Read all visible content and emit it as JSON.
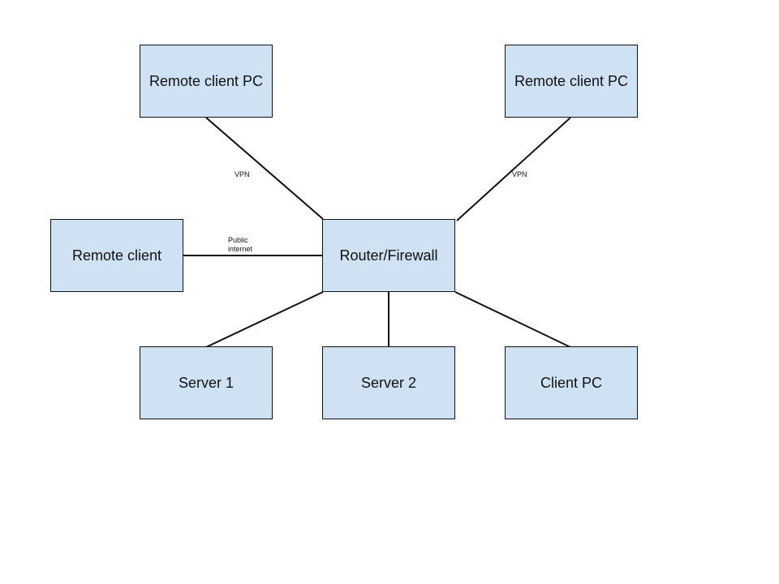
{
  "diagram": {
    "colors": {
      "node_fill": "#cfe2f3",
      "border": "#111111",
      "background": "#ffffff"
    },
    "nodes": {
      "remote_pc_left": "Remote client PC",
      "remote_pc_right": "Remote client PC",
      "remote_client": "Remote client",
      "router": "Router/Firewall",
      "server1": "Server 1",
      "server2": "Server 2",
      "client_pc": "Client PC"
    },
    "edge_labels": {
      "vpn_left": "VPN",
      "vpn_right": "VPN",
      "public_internet": "Public\ninternet"
    },
    "edges": [
      [
        "remote_pc_left",
        "router",
        "vpn_left"
      ],
      [
        "remote_pc_right",
        "router",
        "vpn_right"
      ],
      [
        "remote_client",
        "router",
        "public_internet"
      ],
      [
        "router",
        "server1"
      ],
      [
        "router",
        "server2"
      ],
      [
        "router",
        "client_pc"
      ]
    ]
  }
}
